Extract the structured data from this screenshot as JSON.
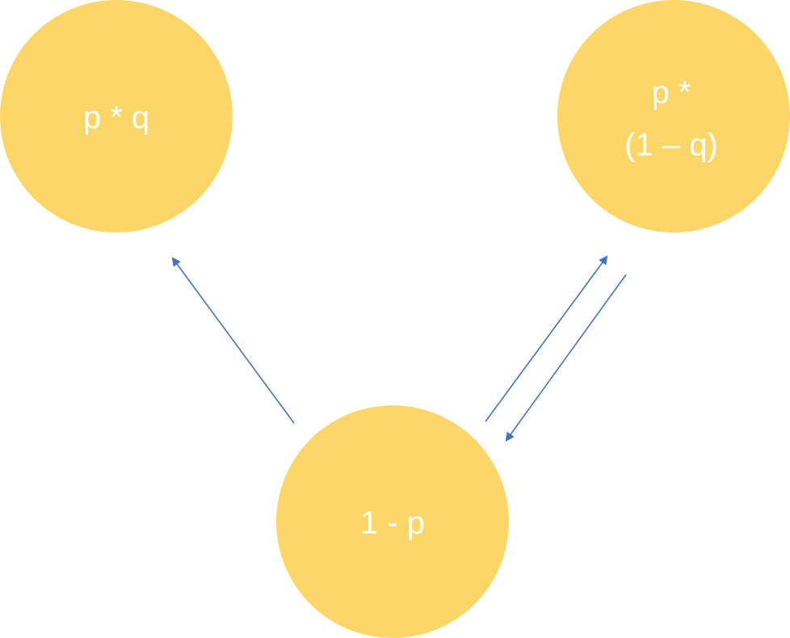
{
  "nodes": {
    "top_left": {
      "label_lines": [
        "p * q"
      ]
    },
    "top_right": {
      "label_lines": [
        "p *",
        "(1 – q)"
      ]
    },
    "bottom": {
      "label_lines": [
        "1 - p"
      ]
    }
  },
  "colors": {
    "node_fill": "#FCD667",
    "arrow": "#4472C4",
    "label": "#FFFFFF",
    "background": "#FFFFFF"
  }
}
